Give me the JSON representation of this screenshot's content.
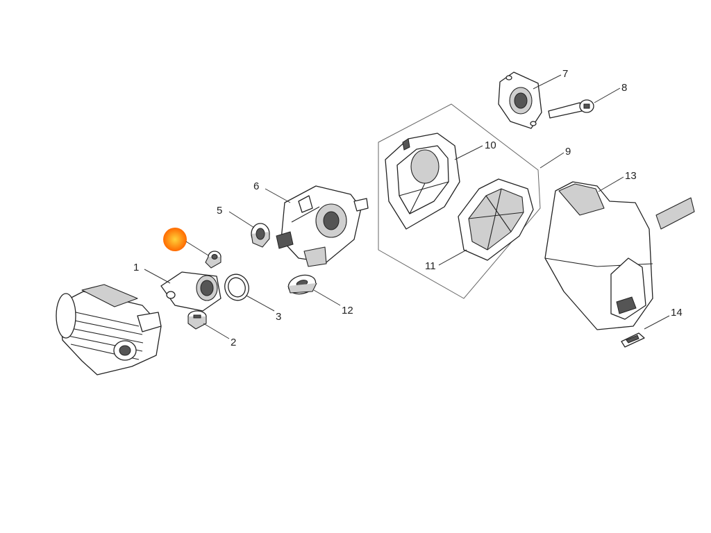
{
  "callouts": [
    {
      "id": "1",
      "label": "1"
    },
    {
      "id": "2",
      "label": "2"
    },
    {
      "id": "3",
      "label": "3"
    },
    {
      "id": "5",
      "label": "5"
    },
    {
      "id": "6",
      "label": "6"
    },
    {
      "id": "7",
      "label": "7"
    },
    {
      "id": "8",
      "label": "8"
    },
    {
      "id": "9",
      "label": "9"
    },
    {
      "id": "10",
      "label": "10"
    },
    {
      "id": "11",
      "label": "11"
    },
    {
      "id": "12",
      "label": "12"
    },
    {
      "id": "13",
      "label": "13"
    },
    {
      "id": "14",
      "label": "14"
    }
  ],
  "highlight_color": "#ff6a00",
  "highlight_center_color": "#ffd23a"
}
